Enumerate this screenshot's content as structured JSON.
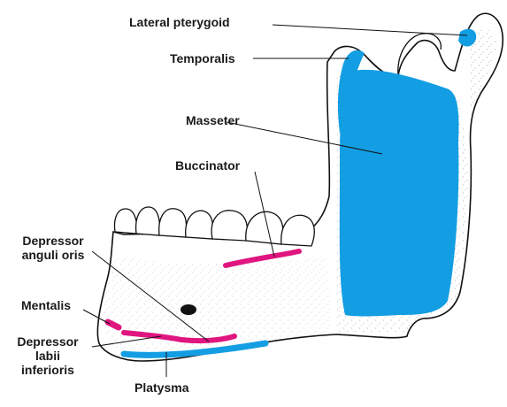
{
  "colors": {
    "origin": "#e0157f",
    "insertion": "#139ee3",
    "bone_fill": "#ffffff",
    "bone_line": "#111111",
    "leader": "#111111"
  },
  "labels": {
    "lateral_pterygoid": "Lateral pterygoid",
    "temporalis": "Temporalis",
    "masseter": "Masseter",
    "buccinator": "Buccinator",
    "depressor_anguli_oris": [
      "Depressor",
      "anguli oris"
    ],
    "mentalis": "Mentalis",
    "depressor_labii_inferioris": [
      "Depressor",
      "labii",
      "inferioris"
    ],
    "platysma": "Platysma"
  }
}
